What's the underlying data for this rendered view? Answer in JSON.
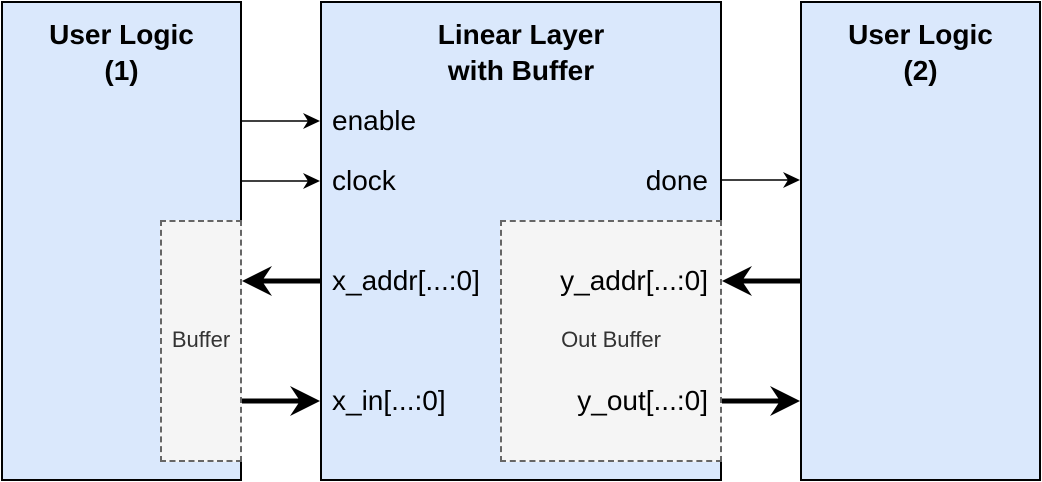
{
  "diagram": {
    "blocks": {
      "user_logic_1": {
        "title_line1": "User Logic",
        "title_line2": "(1)"
      },
      "linear_layer": {
        "title_line1": "Linear Layer",
        "title_line2": "with Buffer"
      },
      "user_logic_2": {
        "title_line1": "User Logic",
        "title_line2": "(2)"
      }
    },
    "buffers": {
      "in_buffer": "Buffer",
      "out_buffer": "Out Buffer"
    },
    "ports": {
      "enable": "enable",
      "clock": "clock",
      "done": "done",
      "x_addr": "x_addr[...:0]",
      "x_in": "x_in[...:0]",
      "y_addr": "y_addr[...:0]",
      "y_out": "y_out[...:0]"
    },
    "colors": {
      "block_fill": "#dae8fc",
      "buffer_fill": "#f5f5f5",
      "buffer_border": "#666666",
      "line": "#000000"
    }
  }
}
